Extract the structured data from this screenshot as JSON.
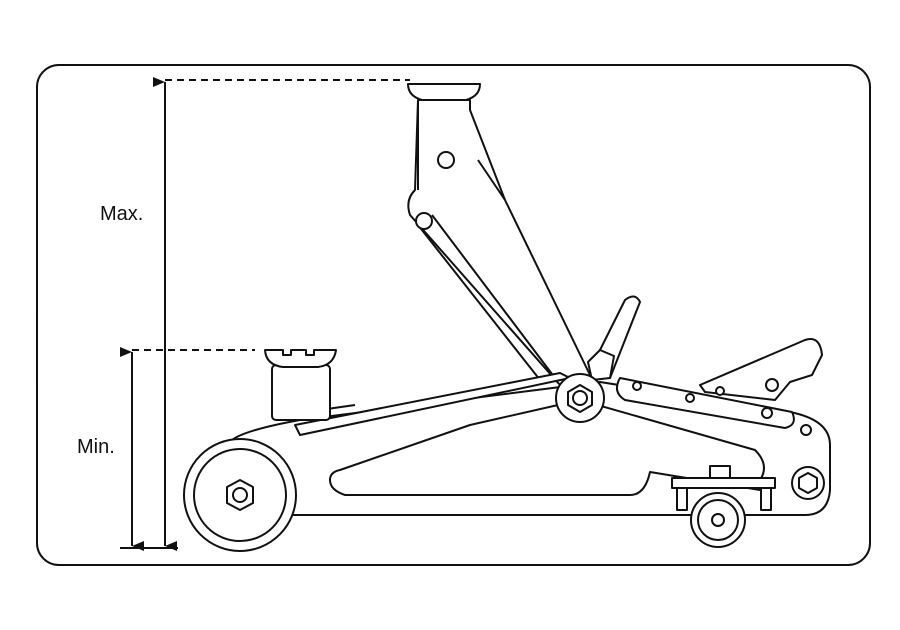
{
  "diagram": {
    "subject": "floor-jack",
    "labels": {
      "max": "Max.",
      "min": "Min."
    },
    "colors": {
      "line": "#111111",
      "background": "#ffffff"
    }
  }
}
